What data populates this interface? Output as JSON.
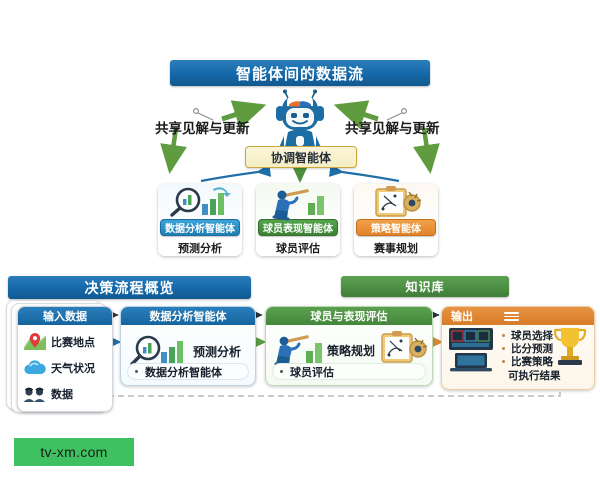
{
  "top_section": {
    "title": "智能体间的数据流",
    "share_label_left": "共享见解与更新",
    "share_label_right": "共享见解与更新",
    "coordinator": "协调智能体",
    "robot_icon": "robot-ai-icon",
    "agents": [
      {
        "badge": "数据分析智能体",
        "subtitle": "预测分析",
        "color": "#1f7fb5",
        "icon": "magnifier-bar-chart-icon"
      },
      {
        "badge": "球员表现智能体",
        "subtitle": "球员评估",
        "color": "#3d8336",
        "icon": "baseball-batter-chart-icon"
      },
      {
        "badge": "策略智能体",
        "subtitle": "赛事规划",
        "color": "#e2842a",
        "icon": "clipboard-tactics-icon"
      }
    ]
  },
  "bottom_section": {
    "flow_title": "决策流程概览",
    "kb_title": "知识库",
    "input_panel": {
      "header": "输入数据",
      "items": [
        {
          "label": "比赛地点",
          "icon": "map-pin-icon"
        },
        {
          "label": "天气状况",
          "icon": "cloud-weather-icon"
        },
        {
          "label": "数据",
          "icon": "people-data-icon"
        }
      ]
    },
    "data_panel": {
      "header": "数据分析智能体",
      "main_text": "预测分析",
      "bullet": "数据分析智能体",
      "icon": "magnifier-bar-chart-icon"
    },
    "player_panel": {
      "header": "球员与表现评估",
      "main_text": "策略规划",
      "bullet": "球员评估",
      "icon_left": "baseball-batter-chart-icon",
      "icon_right": "clipboard-tactics-icon"
    },
    "output_panel": {
      "header": "输出",
      "items": [
        "球员选择",
        "比分预测",
        "比赛策略"
      ],
      "final_text": "可执行结果",
      "icon_scoreboard": "scoreboard-icon",
      "icon_laptop": "laptop-icon",
      "icon_trophy": "trophy-icon"
    }
  },
  "watermark": {
    "text": "tv-xm.com",
    "color": "#3fc161"
  },
  "colors": {
    "banner_blue": "#15649f",
    "banner_green": "#44873c",
    "accent_orange": "#d77b26",
    "coordinator_border": "#c9a93f",
    "arrow_green": "#5f9b3f",
    "arrow_blue": "#1f6ea8"
  }
}
